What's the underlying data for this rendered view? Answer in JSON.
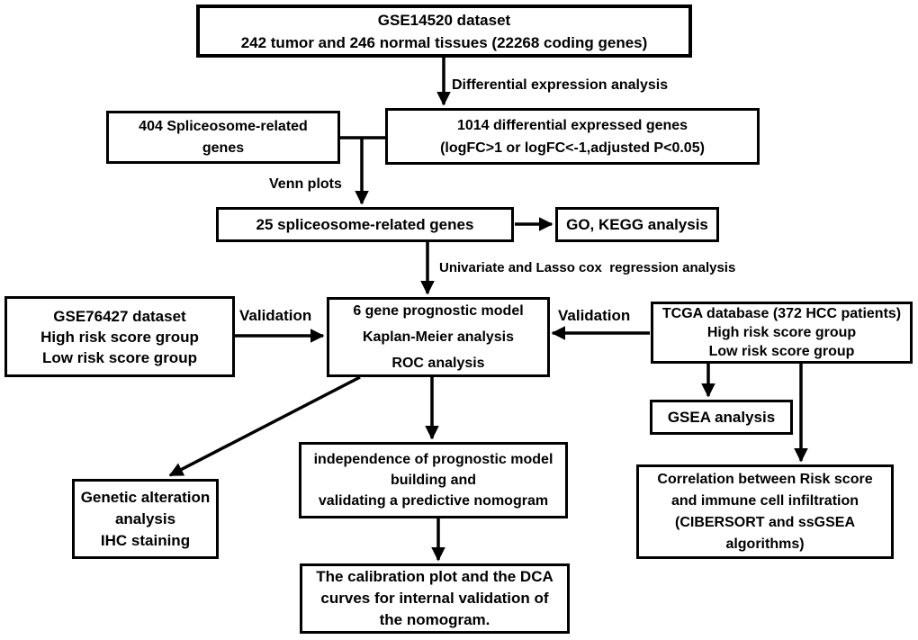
{
  "diagram_title": "Study workflow flowchart",
  "colors": {
    "background": "#ffffff",
    "box_border": "#000000",
    "arrow": "#000000",
    "text": "#000000"
  },
  "boxes": {
    "gse14520": {
      "lines": [
        "GSE14520 dataset",
        "242 tumor and 246 normal tissues (22268 coding genes)"
      ]
    },
    "spliceosome404": {
      "lines": [
        "404 Spliceosome-related",
        "genes"
      ]
    },
    "deg1014": {
      "lines": [
        "1014 differential expressed genes",
        "(logFC>1 or logFC<-1,adjusted P<0.05)"
      ]
    },
    "spliceosome25": {
      "lines": [
        "25 spliceosome-related genes"
      ]
    },
    "go_kegg": {
      "lines": [
        "GO, KEGG analysis"
      ]
    },
    "model": {
      "lines": [
        "6 gene prognostic model",
        "Kaplan-Meier analysis",
        "ROC analysis"
      ]
    },
    "gse76427": {
      "lines": [
        "GSE76427 dataset",
        "High risk score group",
        "Low risk score group"
      ]
    },
    "tcga": {
      "lines": [
        "TCGA database (372 HCC patients)",
        "High risk score group",
        "Low risk score group"
      ]
    },
    "gsea": {
      "lines": [
        "GSEA analysis"
      ]
    },
    "correlation": {
      "lines": [
        "Correlation between Risk score",
        "and immune cell infiltration",
        "(CIBERSORT and ssGSEA",
        "algorithms)"
      ]
    },
    "genetic": {
      "lines": [
        "Genetic alteration",
        "analysis",
        "IHC staining"
      ]
    },
    "independence": {
      "lines": [
        "independence of prognostic model",
        "building and",
        "validating a predictive nomogram"
      ]
    },
    "calibration": {
      "lines": [
        "The calibration plot and the DCA",
        "curves for internal validation of",
        "the nomogram."
      ]
    }
  },
  "edge_labels": {
    "differential": "Differential expression analysis",
    "venn": "Venn plots",
    "univariate": "Univariate and Lasso cox  regression analysis",
    "validation_left": "Validation",
    "validation_right": "Validation"
  }
}
